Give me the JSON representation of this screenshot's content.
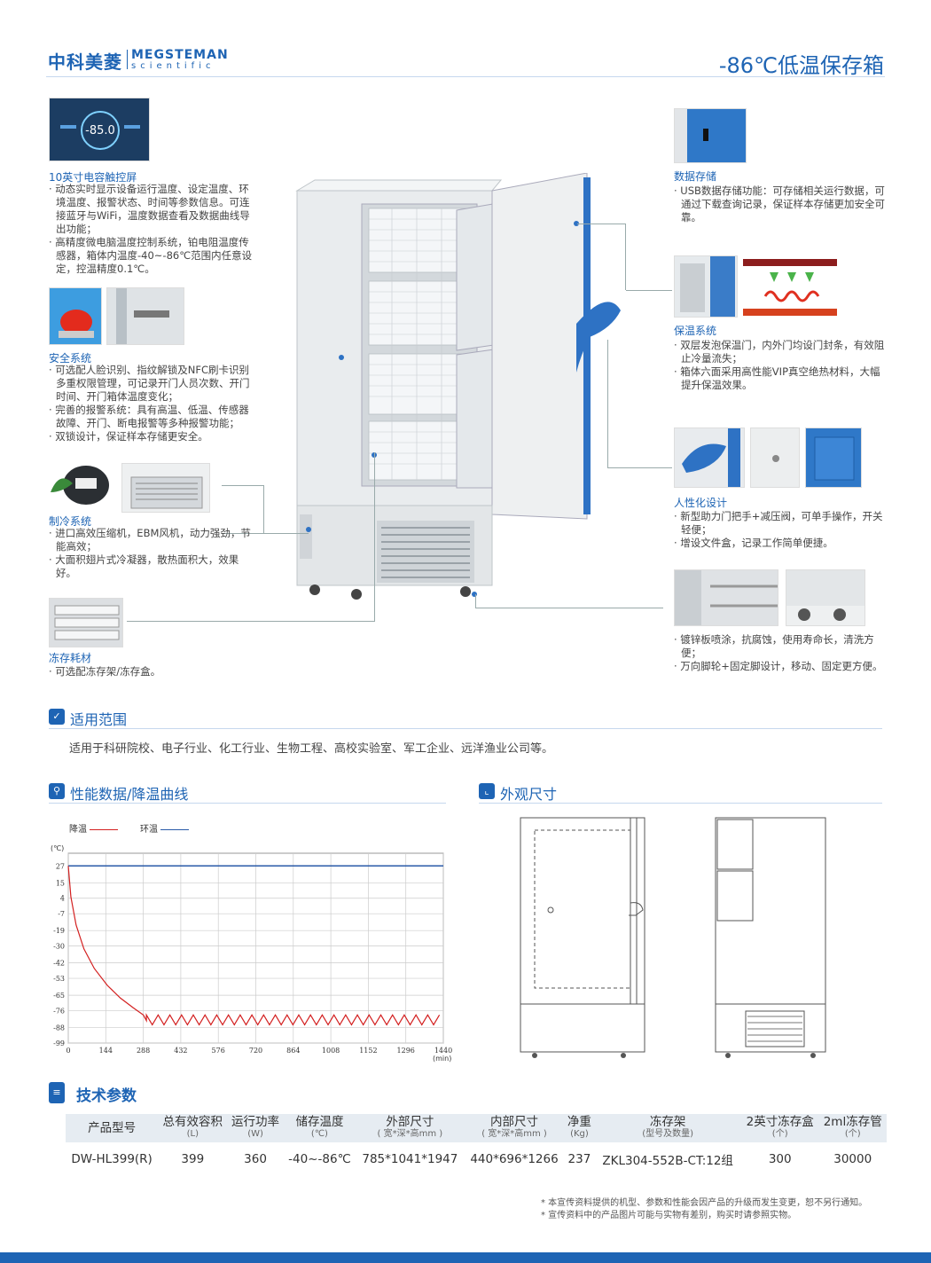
{
  "header": {
    "logo_cn": "中科美菱",
    "logo_en": "MEGSTEMAN",
    "logo_sub": "scientific",
    "title": "-86℃低温保存箱"
  },
  "screen": {
    "display_temp": "-85.0"
  },
  "features_left": [
    {
      "title": "10英寸电容触控屏",
      "lines": [
        "· 动态实时显示设备运行温度、设定温度、环境温度、报警状态、时间等参数信息。可连接蓝牙与WiFi，温度数据查看及数据曲线导出功能；",
        "· 高精度微电脑温度控制系统，铂电阻温度传感器，箱体内温度-40~-86℃范围内任意设定，控温精度0.1℃。"
      ]
    },
    {
      "title": "安全系统",
      "lines": [
        "· 可选配人脸识别、指纹解锁及NFC刷卡识别多重权限管理，可记录开门人员次数、开门时间、开门箱体温度变化；",
        "· 完善的报警系统：具有高温、低温、传感器故障、开门、断电报警等多种报警功能；",
        "· 双锁设计，保证样本存储更安全。"
      ]
    },
    {
      "title": "制冷系统",
      "lines": [
        "· 进口高效压缩机，EBM风机，动力强劲，节能高效；",
        "· 大面积翅片式冷凝器，散热面积大，效果好。"
      ]
    },
    {
      "title": "冻存耗材",
      "lines": [
        "· 可选配冻存架/冻存盒。"
      ]
    }
  ],
  "features_right": [
    {
      "title": "数据存储",
      "lines": [
        "· USB数据存储功能：可存储相关运行数据，可通过下载查询记录，保证样本存储更加安全可靠。"
      ]
    },
    {
      "title": "保温系统",
      "lines": [
        "· 双层发泡保温门，内外门均设门封条，有效阻止冷量流失；",
        "· 箱体六面采用高性能VIP真空绝热材料，大幅提升保温效果。"
      ]
    },
    {
      "title": "人性化设计",
      "lines": [
        "· 新型助力门把手+减压阀，可单手操作，开关轻便；",
        "· 增设文件盒，记录工作简单便捷。"
      ]
    },
    {
      "title": "",
      "lines": [
        "· 镀锌板喷涂，抗腐蚀，使用寿命长，清洗方便；",
        "· 万向脚轮+固定脚设计，移动、固定更方便。"
      ]
    }
  ],
  "scope": {
    "title": "适用范围",
    "text": "适用于科研院校、电子行业、化工行业、生物工程、高校实验室、军工企业、远洋渔业公司等。"
  },
  "performance": {
    "title": "性能数据/降温曲线"
  },
  "dimensions": {
    "title": "外观尺寸"
  },
  "chart_data": {
    "type": "line",
    "legend": [
      "降温",
      "环温"
    ],
    "yunit": "(℃)",
    "xunit": "(min)",
    "yticks": [
      27,
      15,
      4,
      -7,
      -19,
      -30,
      -42,
      -53,
      -65,
      -76,
      -88,
      -99
    ],
    "xticks": [
      0,
      144,
      288,
      432,
      576,
      720,
      864,
      1008,
      1152,
      1296,
      1440
    ],
    "xlim": [
      0,
      1440
    ],
    "ylim": [
      -99,
      36
    ],
    "grid": true,
    "colors": {
      "降温": "#d32020",
      "环温": "#2a5aa8"
    },
    "series": [
      {
        "name": "环温",
        "x": [
          0,
          1440
        ],
        "y": [
          27,
          27
        ]
      },
      {
        "name": "降温",
        "x": [
          0,
          10,
          30,
          60,
          100,
          150,
          200,
          250,
          288,
          300
        ],
        "y": [
          27,
          5,
          -15,
          -32,
          -46,
          -58,
          -67,
          -74,
          -79,
          -83
        ]
      }
    ],
    "oscillation": {
      "start": 300,
      "end": 1440,
      "period": 45,
      "high": -79,
      "low": -86
    }
  },
  "specs": {
    "title": "技术参数",
    "headers": [
      {
        "label": "产品型号",
        "unit": ""
      },
      {
        "label": "总有效容积",
        "unit": "(L)"
      },
      {
        "label": "运行功率",
        "unit": "(W)"
      },
      {
        "label": "储存温度",
        "unit": "(℃)"
      },
      {
        "label": "外部尺寸",
        "unit": "( 宽*深*高mm )"
      },
      {
        "label": "内部尺寸",
        "unit": "( 宽*深*高mm )"
      },
      {
        "label": "净重",
        "unit": "(Kg)"
      },
      {
        "label": "冻存架",
        "unit": "(型号及数量)"
      },
      {
        "label": "2英寸冻存盒",
        "unit": "(个)"
      },
      {
        "label": "2ml冻存管",
        "unit": "(个)"
      }
    ],
    "row": [
      "DW-HL399(R)",
      "399",
      "360",
      "-40~-86℃",
      "785*1041*1947",
      "440*696*1266",
      "237",
      "ZKL304-552B-CT:12组",
      "300",
      "30000"
    ]
  },
  "footnotes": [
    "* 本宣传资料提供的机型、参数和性能会因产品的升级而发生变更，恕不另行通知。",
    "* 宣传资料中的产品图片可能与实物有差别，购买时请参照实物。"
  ]
}
